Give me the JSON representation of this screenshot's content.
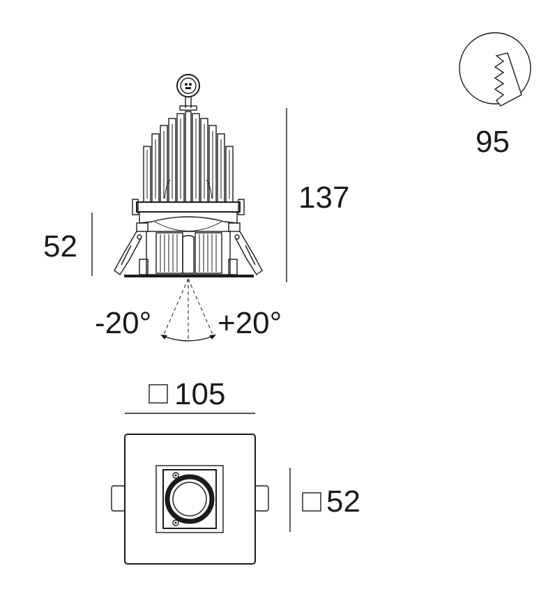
{
  "dimensions": {
    "height_total": "137",
    "height_visible": "52",
    "tilt_minus": "-20°",
    "tilt_plus": "+20°",
    "cutout_diameter": "95",
    "frame_size": "105",
    "aperture_size": "52"
  },
  "colors": {
    "ink": "#1a1a1a",
    "background": "#ffffff"
  },
  "icons": {
    "cutout": "ceiling-cutout-icon",
    "square": "square-symbol-icon"
  }
}
